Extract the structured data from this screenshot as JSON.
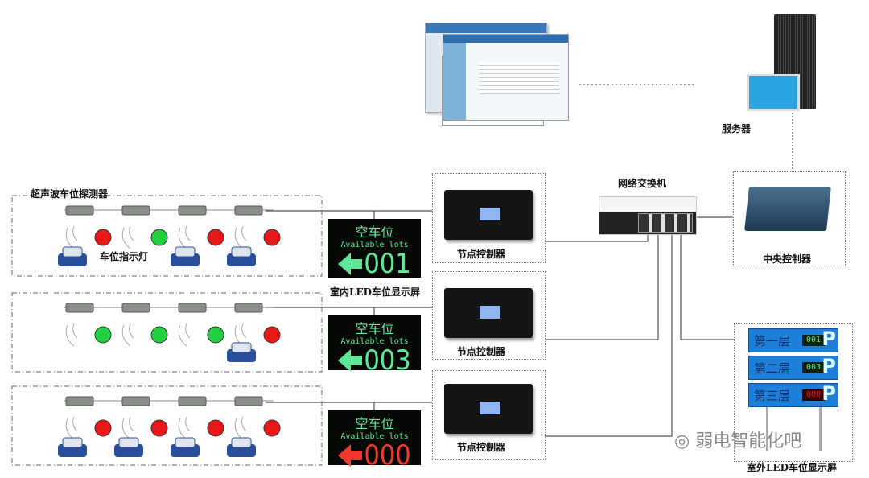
{
  "labels": {
    "server": "服务器",
    "central_controller": "中央控制器",
    "switch": "网络交换机",
    "node_controller": "节点控制器",
    "indoor_led": "室内LED车位显示屏",
    "outdoor_led": "室外LED车位显示屏",
    "ultrasonic_detector": "超声波车位探测器",
    "indicator_light": "车位指示灯",
    "watermark": "弱电智能化吧"
  },
  "indoor_displays": [
    {
      "title": "空车位",
      "subtitle": "Available lots",
      "count": "001",
      "color": "green"
    },
    {
      "title": "空车位",
      "subtitle": "Available lots",
      "count": "003",
      "color": "green"
    },
    {
      "title": "空车位",
      "subtitle": "Available lots",
      "count": "000",
      "color": "red"
    }
  ],
  "outdoor_display": [
    {
      "floor": "第一层",
      "count": "001",
      "color": "#5fe85f",
      "sign": "P"
    },
    {
      "floor": "第二层",
      "count": "003",
      "color": "#5fe85f",
      "sign": "P"
    },
    {
      "floor": "第三层",
      "count": "000",
      "color": "#e02020",
      "sign": "P"
    }
  ],
  "parking_rows": [
    {
      "lights": [
        "red",
        "green",
        "red",
        "red"
      ],
      "cars": [
        true,
        false,
        true,
        true
      ]
    },
    {
      "lights": [
        "green",
        "green",
        "green",
        "red"
      ],
      "cars": [
        false,
        false,
        false,
        true
      ]
    },
    {
      "lights": [
        "red",
        "red",
        "red",
        "red"
      ],
      "cars": [
        true,
        true,
        true,
        true
      ]
    }
  ],
  "colors": {
    "green": "#22d040",
    "red": "#e81818",
    "car": "#2a4f9a"
  }
}
